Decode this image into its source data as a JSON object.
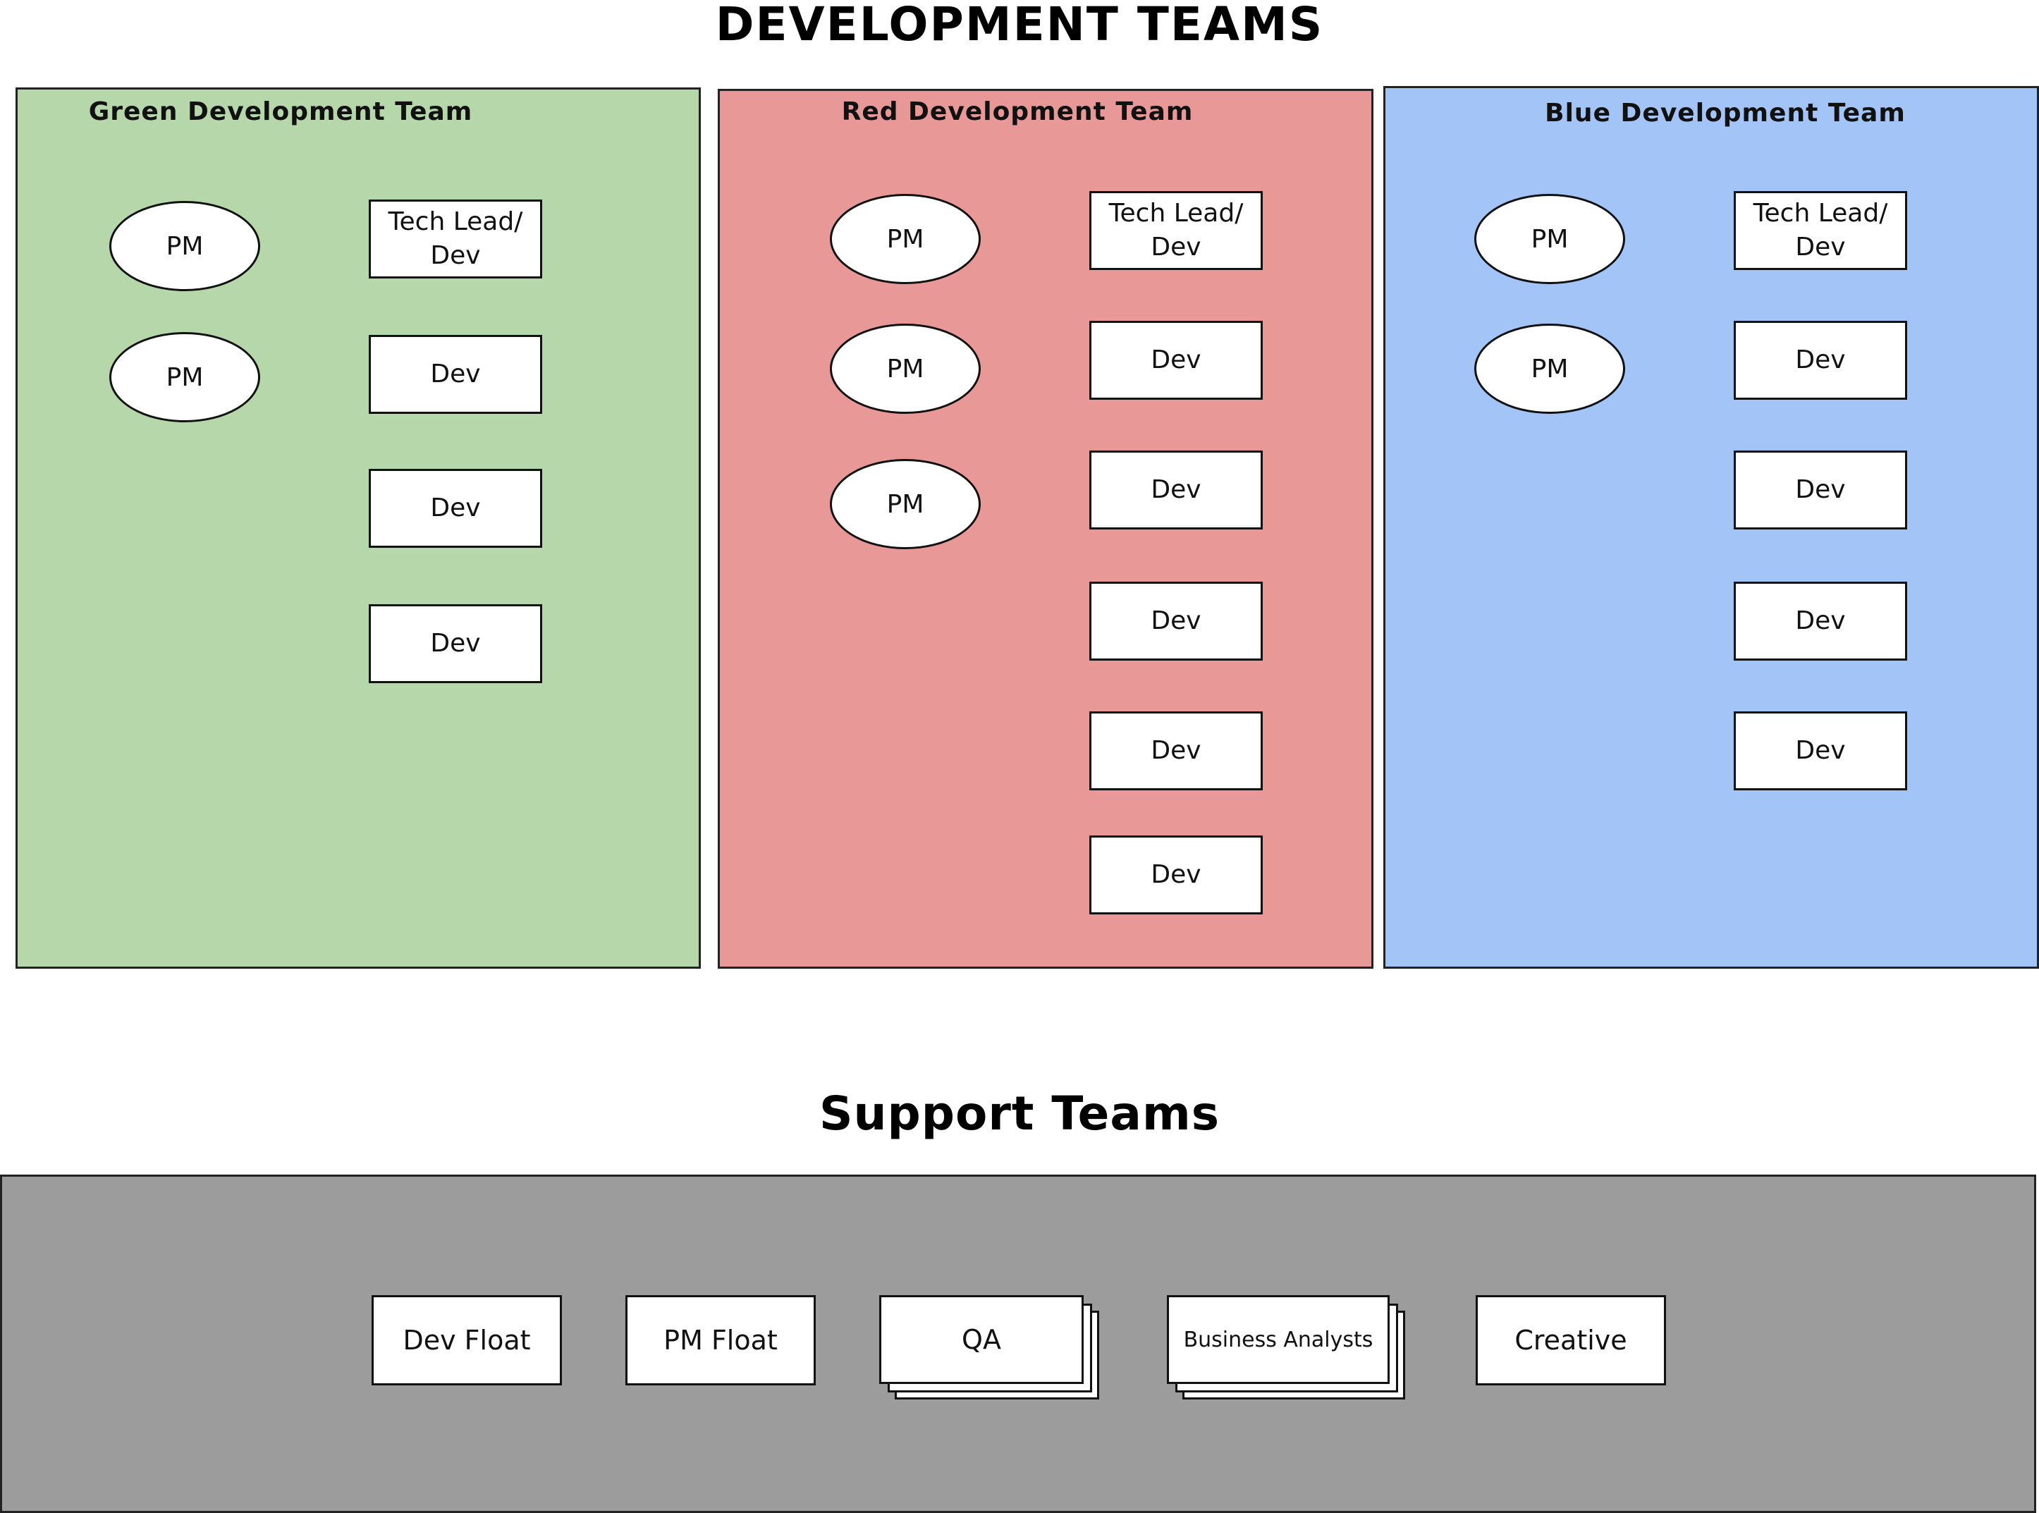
{
  "dev_title": "DEVELOPMENT TEAMS",
  "support_title": "Support Teams",
  "colors": {
    "green": "#b5d7a9",
    "red": "#e99898",
    "blue": "#a2c4f7",
    "support": "#9c9c9c"
  },
  "teams": [
    {
      "name": "Green Development Team",
      "pms": [
        "PM",
        "PM"
      ],
      "roles": [
        "Tech Lead/ Dev",
        "Dev",
        "Dev",
        "Dev"
      ]
    },
    {
      "name": "Red Development Team",
      "pms": [
        "PM",
        "PM",
        "PM"
      ],
      "roles": [
        "Tech Lead/ Dev",
        "Dev",
        "Dev",
        "Dev",
        "Dev",
        "Dev"
      ]
    },
    {
      "name": "Blue Development Team",
      "pms": [
        "PM",
        "PM"
      ],
      "roles": [
        "Tech Lead/ Dev",
        "Dev",
        "Dev",
        "Dev",
        "Dev"
      ]
    }
  ],
  "support": {
    "dev_float": "Dev Float",
    "pm_float": "PM Float",
    "qa": "QA",
    "business_analysts": "Business Analysts",
    "creative": "Creative"
  }
}
